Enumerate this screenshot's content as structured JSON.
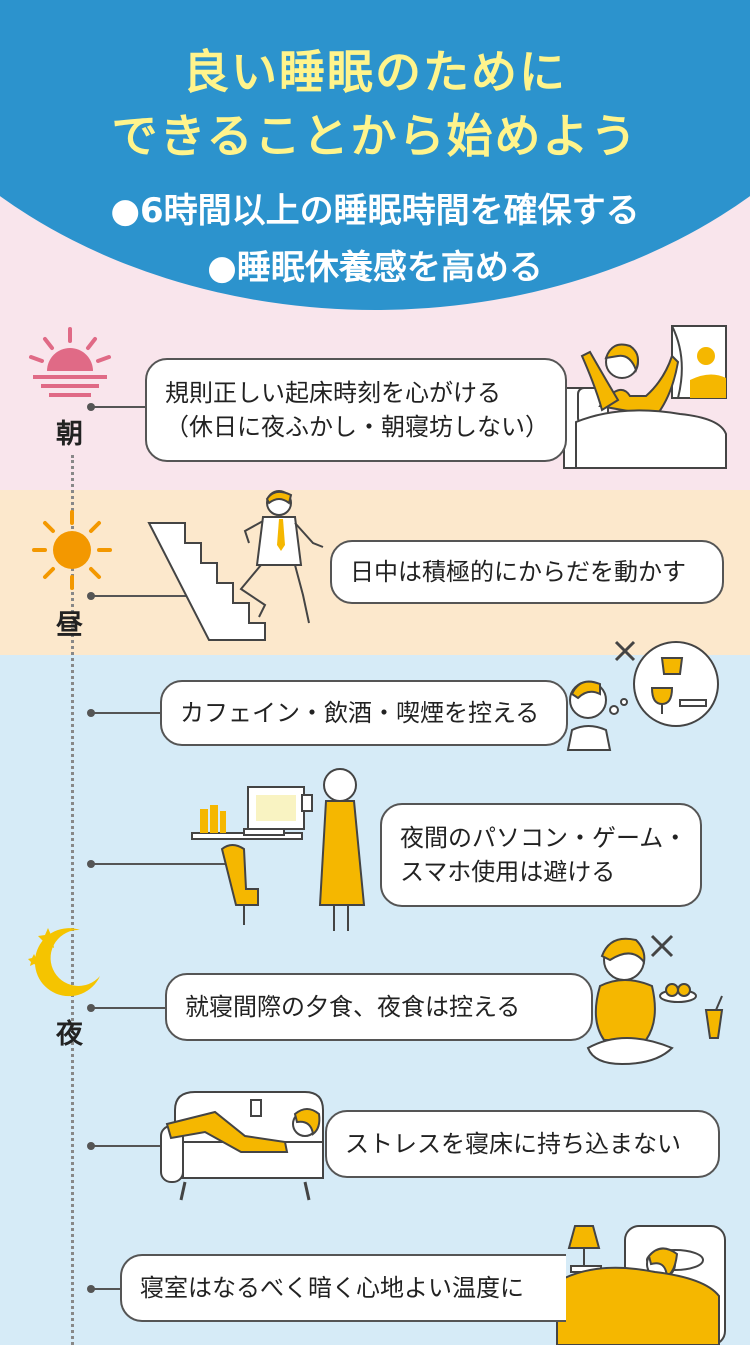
{
  "header": {
    "title_line1": "良い睡眠のために",
    "title_line2": "できることから始めよう",
    "sub_line1": "●6時間以上の睡眠時間を確保する",
    "sub_line2": "●睡眠休養感を高める"
  },
  "times": {
    "morning": "朝",
    "day": "昼",
    "night": "夜"
  },
  "tips": {
    "wake_line1": "規則正しい起床時刻を心がける",
    "wake_line2": "（休日に夜ふかし・朝寝坊しない）",
    "exercise": "日中は積極的にからだを動かす",
    "caffeine": "カフェイン・飲酒・喫煙を控える",
    "screen_line1": "夜間のパソコン・ゲーム・",
    "screen_line2": "スマホ使用は避ける",
    "meal": "就寝間際の夕食、夜食は控える",
    "stress": "ストレスを寝床に持ち込まない",
    "bedroom": "寝室はなるべく暗く心地よい温度に"
  },
  "colors": {
    "header_blue": "#2c93cd",
    "title_yellow": "#fff48c",
    "morning_pink": "#f9e5ec",
    "day_peach": "#fce8cc",
    "night_blue": "#d6ebf7",
    "accent_yellow": "#f5b700",
    "sun_orange": "#f39800"
  }
}
